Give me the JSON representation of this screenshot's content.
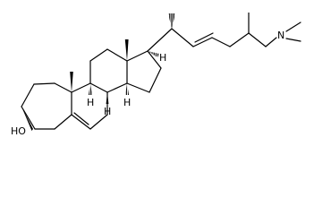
{
  "molecule": {
    "labels": {
      "hydroxyl": "HO",
      "h_c8": "H",
      "h_c9": "H",
      "h_c14": "H",
      "h_c17": "H",
      "nitrogen": "N"
    }
  }
}
